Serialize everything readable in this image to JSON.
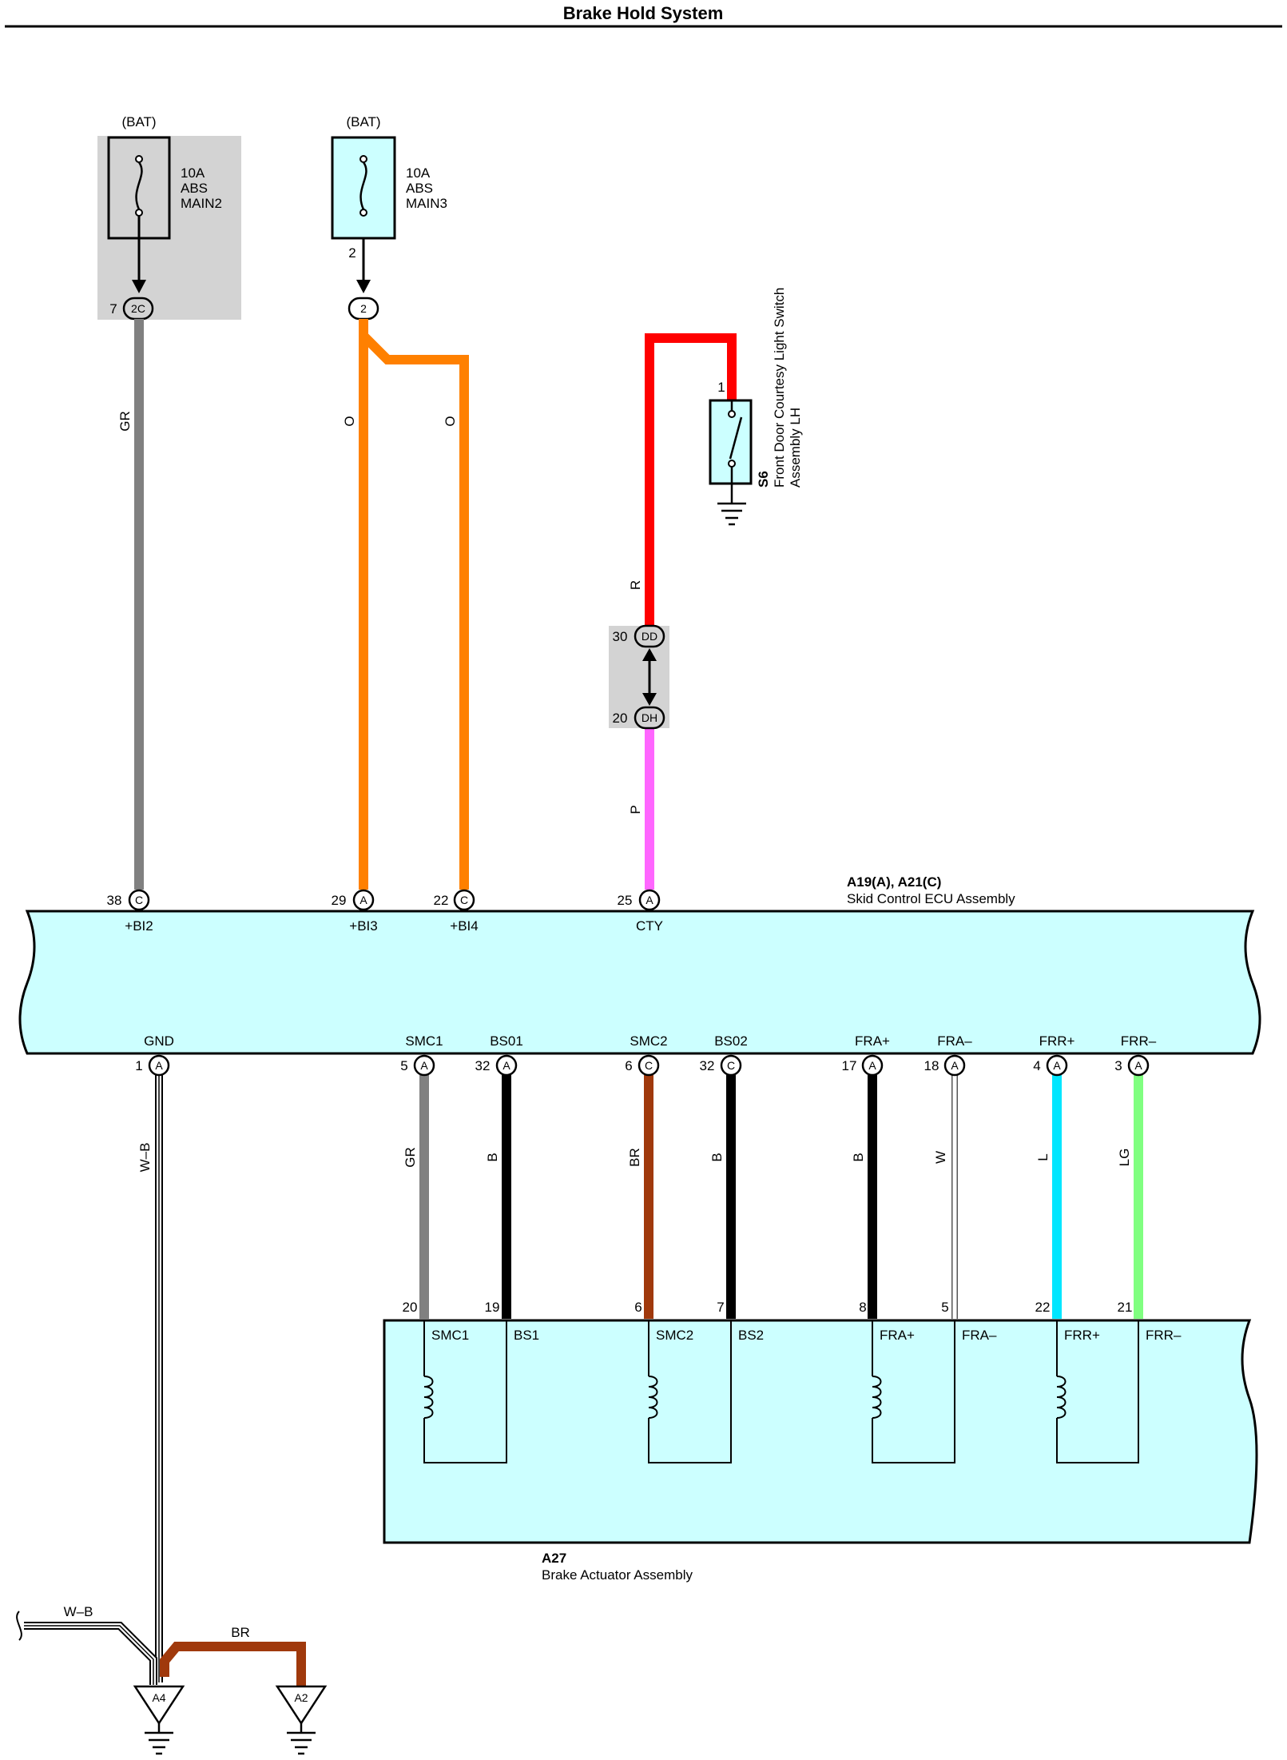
{
  "title": "Brake Hold System",
  "fuses": [
    {
      "source": "(BAT)",
      "line1": "10A",
      "line2": "ABS",
      "line3": "MAIN2",
      "pin": "7",
      "connector": "2C"
    },
    {
      "source": "(BAT)",
      "line1": "10A",
      "line2": "ABS",
      "line3": "MAIN3",
      "pin": "2",
      "connector": "2"
    }
  ],
  "switch": {
    "pin": "1",
    "code": "S6",
    "name_line1": "Front Door Courtesy Light Switch",
    "name_line2": "Assembly LH"
  },
  "junction": {
    "top_pin": "30",
    "top_connector": "DD",
    "bottom_pin": "20",
    "bottom_connector": "DH"
  },
  "ecu": {
    "code": "A19(A), A21(C)",
    "name": "Skid Control ECU Assembly",
    "top_terminals": [
      {
        "pin": "38",
        "conn": "C",
        "name": "+BI2"
      },
      {
        "pin": "29",
        "conn": "A",
        "name": "+BI3"
      },
      {
        "pin": "22",
        "conn": "C",
        "name": "+BI4"
      },
      {
        "pin": "25",
        "conn": "A",
        "name": "CTY"
      }
    ],
    "bottom_terminals": [
      {
        "pin": "1",
        "conn": "A",
        "name": "GND"
      },
      {
        "pin": "5",
        "conn": "A",
        "name": "SMC1"
      },
      {
        "pin": "32",
        "conn": "A",
        "name": "BS01"
      },
      {
        "pin": "6",
        "conn": "C",
        "name": "SMC2"
      },
      {
        "pin": "32",
        "conn": "C",
        "name": "BS02"
      },
      {
        "pin": "17",
        "conn": "A",
        "name": "FRA+"
      },
      {
        "pin": "18",
        "conn": "A",
        "name": "FRA–"
      },
      {
        "pin": "4",
        "conn": "A",
        "name": "FRR+"
      },
      {
        "pin": "3",
        "conn": "A",
        "name": "FRR–"
      }
    ]
  },
  "wires_upper": [
    {
      "code": "GR",
      "color": "#808080"
    },
    {
      "code": "O",
      "color": "#ff8000"
    },
    {
      "code": "O",
      "color": "#ff8000"
    },
    {
      "code": "R",
      "color": "#ff0000"
    },
    {
      "code": "P",
      "color": "#ff66ff"
    }
  ],
  "wires_lower": [
    {
      "code": "W–B",
      "color": "#ffffff"
    },
    {
      "code": "GR",
      "color": "#808080"
    },
    {
      "code": "B",
      "color": "#000000"
    },
    {
      "code": "BR",
      "color": "#a0390c"
    },
    {
      "code": "B",
      "color": "#000000"
    },
    {
      "code": "B",
      "color": "#000000"
    },
    {
      "code": "W",
      "color": "#ffffff"
    },
    {
      "code": "L",
      "color": "#00e6ff"
    },
    {
      "code": "LG",
      "color": "#80ff80"
    }
  ],
  "actuator": {
    "code": "A27",
    "name": "Brake Actuator Assembly",
    "pins": [
      "20",
      "19",
      "6",
      "7",
      "8",
      "5",
      "22",
      "21"
    ],
    "terminals": [
      "SMC1",
      "BS1",
      "SMC2",
      "BS2",
      "FRA+",
      "FRA–",
      "FRR+",
      "FRR–"
    ]
  },
  "ground": {
    "wire_left": "W–B",
    "wire_right": "BR",
    "points": [
      "A4",
      "A2"
    ]
  },
  "colors": {
    "ecu_fill": "#ccffff",
    "fuse_fill": "#ccffff",
    "shade": "#d3d3d3",
    "outline": "#000000"
  }
}
